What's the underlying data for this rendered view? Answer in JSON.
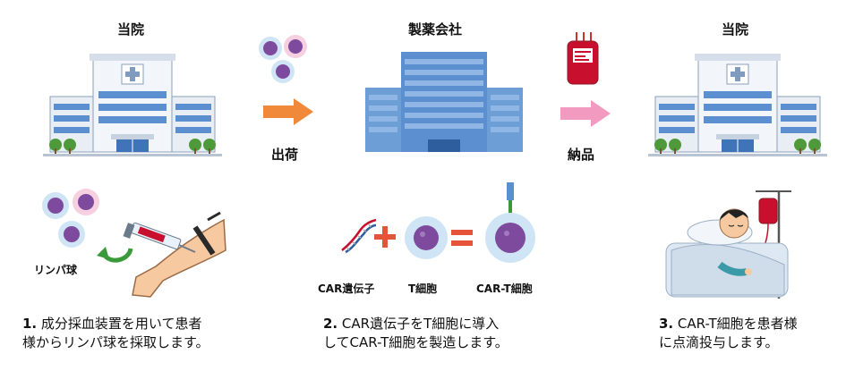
{
  "headings": {
    "hospital_left": "当院",
    "company": "製薬会社",
    "hospital_right": "当院"
  },
  "flow": {
    "ship": "出荷",
    "deliver": "納品"
  },
  "labels": {
    "lymphocyte": "リンパ球",
    "car_gene": "CAR遺伝子",
    "t_cell": "T細胞",
    "car_t_cell": "CAR-T細胞"
  },
  "steps": [
    {
      "num": "1.",
      "line1": "成分採血装置を用いて患者",
      "line2": "様からリンパ球を採取します。"
    },
    {
      "num": "2.",
      "line1": "CAR遺伝子をT細胞に導入",
      "line2": "してCAR-T細胞を製造します。"
    },
    {
      "num": "3.",
      "line1": "CAR-T細胞を患者様",
      "line2": "に点滴投与します。"
    }
  ],
  "colors": {
    "ship_arrow": "#f08a3a",
    "deliver_arrow": "#f29ac0",
    "building_blue": "#5b8fd0",
    "hospital_wall": "#e9eef5",
    "cell_purple": "#7e4a9e"
  }
}
